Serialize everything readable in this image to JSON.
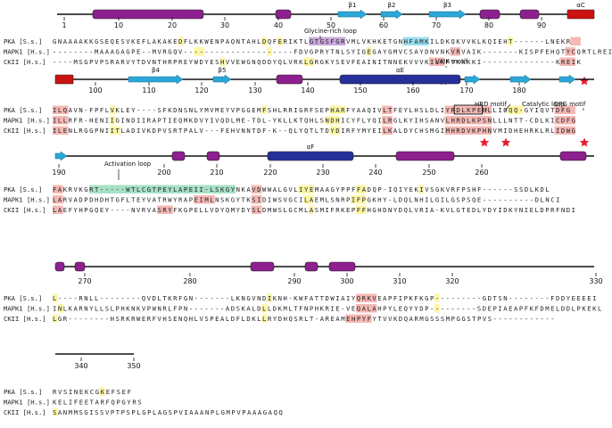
{
  "species": [
    "PKA [S.s.]",
    "MAPK1 [H.s.]",
    "CKII [H.s.]"
  ],
  "colors": {
    "helix": "#8e1f8e",
    "strand": "#2ba7d8",
    "helix_red": "#cc1111",
    "helix_blue": "#26309a",
    "hl_red": "#f4b9b5",
    "hl_yellow": "#fdf6a6",
    "hl_green": "#a8e0c6",
    "hl_cyan": "#9cdff0",
    "hl_purple": "#c9a8dc",
    "star": "#e8192c"
  },
  "blocks": [
    {
      "rows": [
        "GNAAAAKKGSEQESVKEFLAKAKEDFLKKWENPAQNTAHLDQFERIKTLGTGSFGRVMLVKHKETGNHFAMKILDKQKVVKLKQIEHT------LNEKR",
        "--------MAAAGAGPE--MVRGQV---------------------FDVGPRYTNLSYIGEGAYGMVCSAYDNVNKVRVAIK-------KISPFEHQTYCQRTLREIK",
        "----MSGPVPSRARVYTDVNTHRPREYWDYESHVVEWGNQDDYQLVRKLGRGKYSEVFEAINITNNEKVVVKILKPVKKKKI--------------KREIK"
      ],
      "ticks": [
        {
          "label": "1"
        },
        {
          "label": "10"
        },
        {
          "label": "20"
        },
        {
          "label": "30"
        },
        {
          "label": "40"
        },
        {
          "label": "50"
        },
        {
          "label": "60"
        },
        {
          "label": "70"
        },
        {
          "label": "80"
        },
        {
          "label": "90"
        }
      ],
      "annotations": [
        {
          "text": "Glycine-rich loop"
        },
        {
          "text": "VAIK motif"
        }
      ],
      "ss_labels": [
        {
          "text": "β1"
        },
        {
          "text": "β2"
        },
        {
          "text": "β3"
        },
        {
          "text": "αC"
        }
      ]
    },
    {
      "rows": [
        "ILQAVN-FPFLVKLEY----SFKDNSNLYMVMEYVPGGEMFSHLRRIGRFSEPHARFYAAQIVLTFEYLHSLDLIYRDLKPENLLIDQQ-GYIQVTDFG",
        "ILLRFR-HENIIGINDIIRAPTIEQMKDVYIVQDLME-TDL-YKLLKTQHLSNDHICYFLYQILRGLKYIHSANVLHRDLKPSNLLLNTT-CDLKICDFG",
        "ILENLRGGPNIITLADIVKDPVSRTPALV---FEHVNNTDF-K--QLYQTLTDYDIRFYMYEILKALDYCHSMGIMHRDVKPHNVMIDHEHRKLRLIDWG"
      ],
      "ticks": [
        {
          "label": "100"
        },
        {
          "label": "110"
        },
        {
          "label": "120"
        },
        {
          "label": "130"
        },
        {
          "label": "140"
        },
        {
          "label": "150"
        },
        {
          "label": "160"
        },
        {
          "label": "170"
        },
        {
          "label": "180"
        }
      ],
      "annotations": [
        {
          "text": "HRD motif"
        },
        {
          "text": "Catalytic loop"
        },
        {
          "text": "DFG motif"
        }
      ],
      "ss_labels": [
        {
          "text": "β4"
        },
        {
          "text": "β5"
        },
        {
          "text": "αE"
        }
      ]
    },
    {
      "rows": [
        "FAKRVKGRT-----WTLCGTPEYLAPEII-LSKGYNKAVDWWALGVLIYEMAAGYPPFFADQP-IQIYEKIVSGKVRFPSHF------SSDLKDL",
        "LARVADPDHDHTGFLTEYVATRWYRAPEIMLNSKGYTKSIDIWSVGCILAEMLSNRPIFPGKHY-LDQLNHILGILGSPSQE----------DLNCI",
        "LAEFYHPGQEY----NVRVASRYFKGPELLVDYQMYDYSLDMWSLGCMLASMIFRKEPFFHGHDNYDQLVRIA-KVLGTEDLYDYIDKYNIELDPRFNDI"
      ],
      "ticks": [
        {
          "label": "190"
        },
        {
          "label": "200"
        },
        {
          "label": "210"
        },
        {
          "label": "220"
        },
        {
          "label": "230"
        },
        {
          "label": "240"
        },
        {
          "label": "250"
        },
        {
          "label": "260"
        }
      ],
      "annotations": [
        {
          "text": "Activation loop"
        }
      ],
      "ss_labels": [
        {
          "text": "αF"
        }
      ]
    },
    {
      "rows": [
        "L----RNLL--------QVDLTKRFGN-------LKNGVNDIKNH-KWFATTDWIAIYQRKVEAPFIPKFKGP---------GDTSN--------FDDYEEEEI",
        "INLKARNYLLSLPHKNKVPWNRLFPN-------ADSKALDLLDKMLTFNPHKRIE-VEQALAHPYLEQYYDP---------SDEPIAEAPFKFDMELDDLPKEKL",
        "LGR--------HSRKRWERFVHSENQHLVSPEALDFLDKLLRYDHQSRLT-AREAMEHPYFYTVVKDQARMGSSSMPGGSTPVS------------"
      ],
      "ticks": [
        {
          "label": "270"
        },
        {
          "label": "280"
        },
        {
          "label": "290"
        },
        {
          "label": "300"
        },
        {
          "label": "310"
        },
        {
          "label": "320"
        },
        {
          "label": "330"
        }
      ],
      "annotations": [],
      "ss_labels": []
    },
    {
      "rows": [
        "RVSINEKCGKEFSEF",
        "KELIFEETARFQPGYRS",
        "SANMMSGISSVPTPSPLGPLAGSPVIAAANPLGMPVPAAAGAQQ"
      ],
      "ticks": [
        {
          "label": "340"
        },
        {
          "label": "350"
        }
      ],
      "annotations": [],
      "ss_labels": []
    }
  ]
}
